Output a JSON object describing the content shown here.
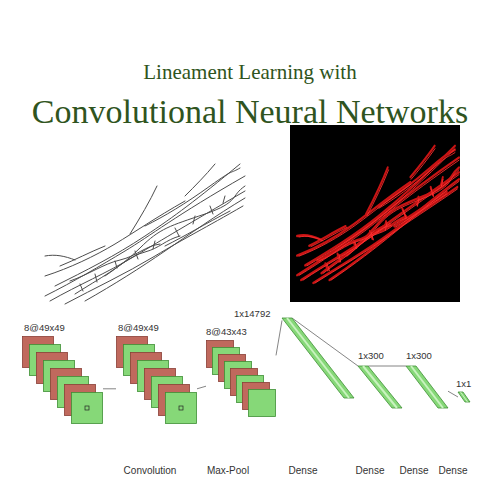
{
  "diagram": {
    "title": "Convolutional Neural Networks",
    "nodes": [
      {
        "text": [
          "8@49x49"
        ]
      },
      {
        "text": [
          "8@49x49"
        ]
      },
      {
        "text": [
          "8@43x43"
        ]
      },
      {
        "text": [
          "1x14792"
        ]
      },
      {
        "text": [
          "1x300"
        ]
      },
      {
        "text": [
          "1x300"
        ]
      },
      {
        "text": [
          "1x1"
        ]
      }
    ],
    "edges": [
      {
        "from": 0,
        "to": 1,
        "arrow": "none"
      },
      {
        "from": 1,
        "to": 2,
        "arrow": "none"
      },
      {
        "from": 2,
        "to": 3,
        "arrow": "none"
      },
      {
        "from": 3,
        "to": 4,
        "arrow": "none"
      },
      {
        "from": 4,
        "to": 5,
        "arrow": "none"
      },
      {
        "from": 5,
        "to": 6,
        "arrow": "none"
      }
    ],
    "labels": [
      "Lineament Learning with",
      "Convolution",
      "Max-Pool",
      "Dense",
      "Dense",
      "Dense",
      "Dense"
    ]
  }
}
